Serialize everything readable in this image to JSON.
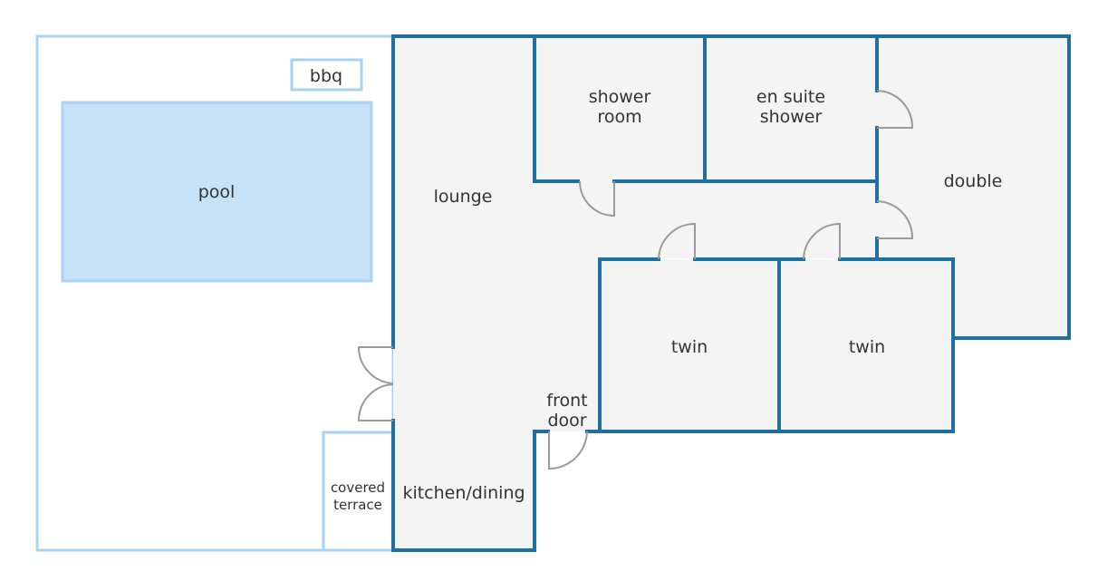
{
  "rooms": {
    "bbq": "bbq",
    "pool": "pool",
    "lounge": "lounge",
    "shower_room": [
      "shower",
      "room"
    ],
    "en_suite": [
      "en suite",
      "shower"
    ],
    "double": "double",
    "twin_left": "twin",
    "twin_right": "twin",
    "front_door": [
      "front",
      "door"
    ],
    "kitchen": "kitchen/dining",
    "covered_terrace": [
      "covered",
      "terrace"
    ]
  },
  "colors": {
    "wall": "#1f6f9f",
    "outdoor_line": "#a9d3ef",
    "pool_fill": "#c5e2f6",
    "floor_fill": "#f4f4f4",
    "door": "#9a9a9a",
    "label": "#333333"
  }
}
